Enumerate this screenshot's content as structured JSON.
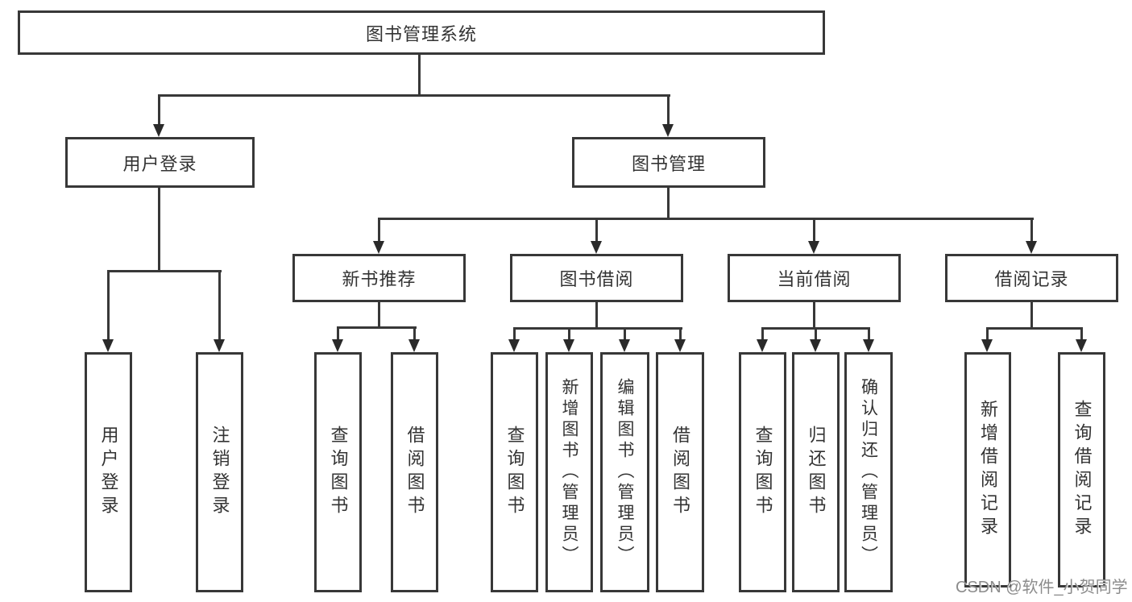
{
  "diagram": {
    "title": "图书管理系统",
    "branches": {
      "user_login": {
        "label": "用户登录",
        "children": [
          {
            "label": "用户登录"
          },
          {
            "label": "注销登录"
          }
        ]
      },
      "book_mgmt": {
        "label": "图书管理",
        "children": [
          {
            "label": "新书推荐",
            "children": [
              {
                "label": "查询图书"
              },
              {
                "label": "借阅图书"
              }
            ]
          },
          {
            "label": "图书借阅",
            "children": [
              {
                "label": "查询图书"
              },
              {
                "label": "新增图书（管理员）"
              },
              {
                "label": "编辑图书（管理员）"
              },
              {
                "label": "借阅图书"
              }
            ]
          },
          {
            "label": "当前借阅",
            "children": [
              {
                "label": "查询图书"
              },
              {
                "label": "归还图书"
              },
              {
                "label": "确认归还（管理员）"
              }
            ]
          },
          {
            "label": "借阅记录",
            "children": [
              {
                "label": "新增借阅记录"
              },
              {
                "label": "查询借阅记录"
              }
            ]
          }
        ]
      }
    }
  },
  "watermark": {
    "text": "CSDN @软件_小贺同学"
  },
  "colors": {
    "line": "#383838",
    "node_border": "#383838",
    "node_text": "#333333",
    "background": "#ffffff",
    "watermark_text": "#8c8c8c"
  }
}
